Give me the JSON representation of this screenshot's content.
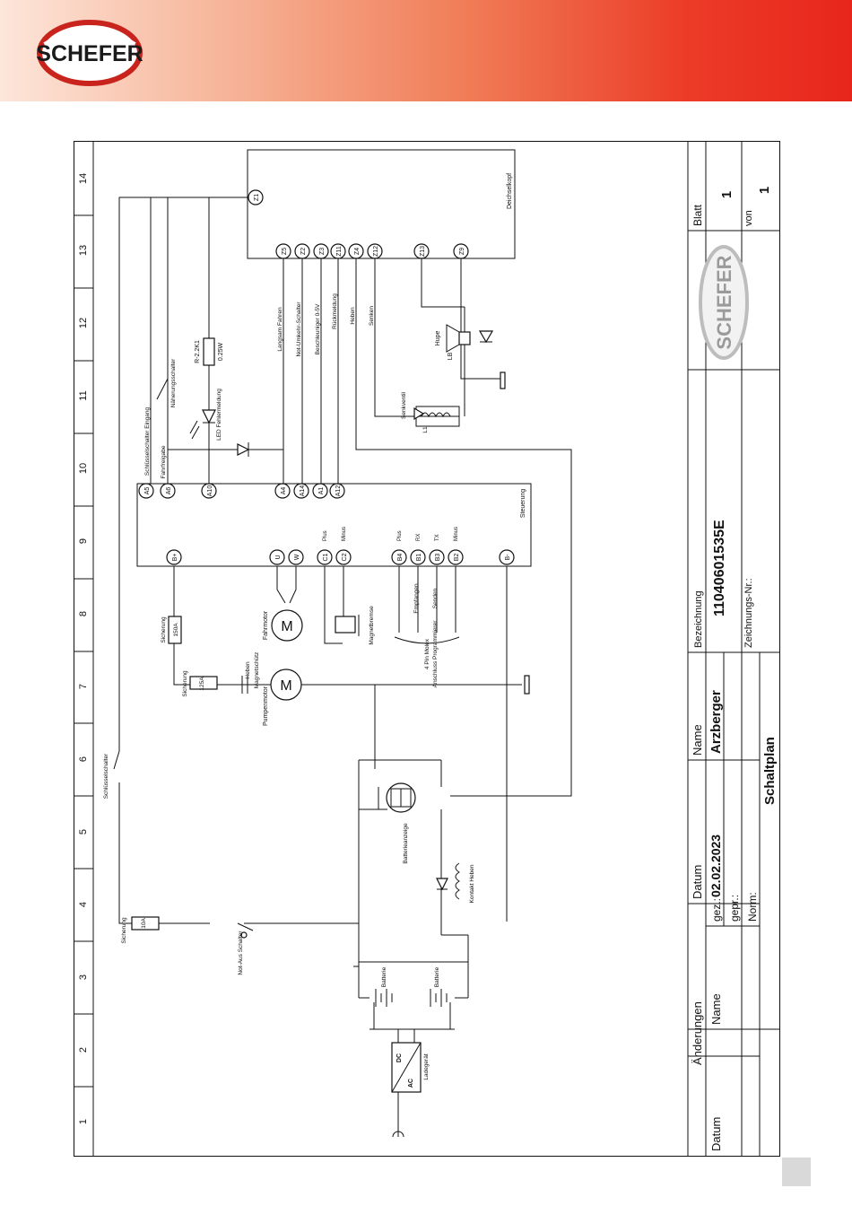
{
  "brand": {
    "logo_text": "SCHEFER",
    "colors": {
      "header_left": "#fde6da",
      "header_right": "#e8251b",
      "logo_red": "#c8241d",
      "logo_text": "#1a1a1a"
    }
  },
  "grid": {
    "columns": [
      "1",
      "2",
      "3",
      "4",
      "5",
      "6",
      "7",
      "8",
      "9",
      "10",
      "11",
      "12",
      "13",
      "14"
    ]
  },
  "title_block": {
    "aenderungen": "Änderungen",
    "datum_col": "Datum",
    "name_col": "Name",
    "datum": "Datum",
    "name": "Name",
    "gez_label": "gez.:",
    "gez_date": "02.02.2023",
    "gez_name": "Arzberger",
    "gepr_label": "gepr.:",
    "norm_label": "Norm:",
    "title": "Schaltplan",
    "bezeichnung_label": "Bezeichnung",
    "bezeichnung": "11040601535E",
    "zeichnungs_label": "Zeichnungs-Nr.:",
    "blatt_label": "Blatt",
    "blatt": "1",
    "von_label": "von",
    "von": "1"
  },
  "deichselkopf": {
    "label": "Deichselkopf",
    "pins_top": [
      "Z5",
      "Z2",
      "Z3",
      "Z11",
      "Z4",
      "Z12",
      "Z13",
      "Z9"
    ],
    "pin_z1": "Z1",
    "signals": [
      "Langsam Fahren",
      "Not-Umkehr-Schalter",
      "Beschleuniger 0-5V",
      "Rückmeldung",
      "Heben",
      "Senken"
    ]
  },
  "steuerung": {
    "label": "Steuerung",
    "top_pins": [
      "A5",
      "A6",
      "A10",
      "A4",
      "A14",
      "A1",
      "A12"
    ],
    "top_labels": [
      "Schlüsselschalter Eingang",
      "Fahrfreigabe"
    ],
    "bottom_pins": [
      "B+",
      "U",
      "W",
      "C1",
      "C2",
      "B4",
      "B1",
      "B3",
      "B2",
      "B-"
    ],
    "bottom_labels": [
      "Plus",
      "Minus",
      "Plus",
      "RX",
      "TX",
      "Minus"
    ]
  },
  "components": {
    "r_name": "R-2.2K1",
    "r_value": "0.25W",
    "led": "LED Fehlermeldung",
    "naeh": "Näherungsschalter",
    "senkventil": "Senkventil",
    "l1": "L1",
    "hupe": "Hupe",
    "lb": "LB",
    "fuse150": "150A",
    "fuse150_label": "Sicherung",
    "fahrmotor": "Fahrmotor",
    "magnetbremse": "Magnetbremse",
    "empfangen": "Empfangen",
    "senden": "Senden",
    "molex": "4 Pin Molex",
    "programmierer": "Anschluss Programmierer",
    "fuse125": "125A",
    "fuse125_label": "Sicherung",
    "magnetschuetz": "Magnetschütz",
    "heben": "Heben",
    "pumpenmotor": "Pumpenmotor",
    "schluessel": "Schlüsselschalter",
    "batterieanzeige": "Batterieanzeige",
    "kontakt": "Kontakt Heben",
    "fuse10": "10A",
    "fuse10_label": "Sicherung",
    "notaus": "Not-Aus Schalter",
    "batterie1": "Batterie",
    "batterie2": "Batterie",
    "dc": "DC",
    "ac": "AC",
    "ladegeraet": "Ladegerät",
    "motor_symbol": "M"
  }
}
